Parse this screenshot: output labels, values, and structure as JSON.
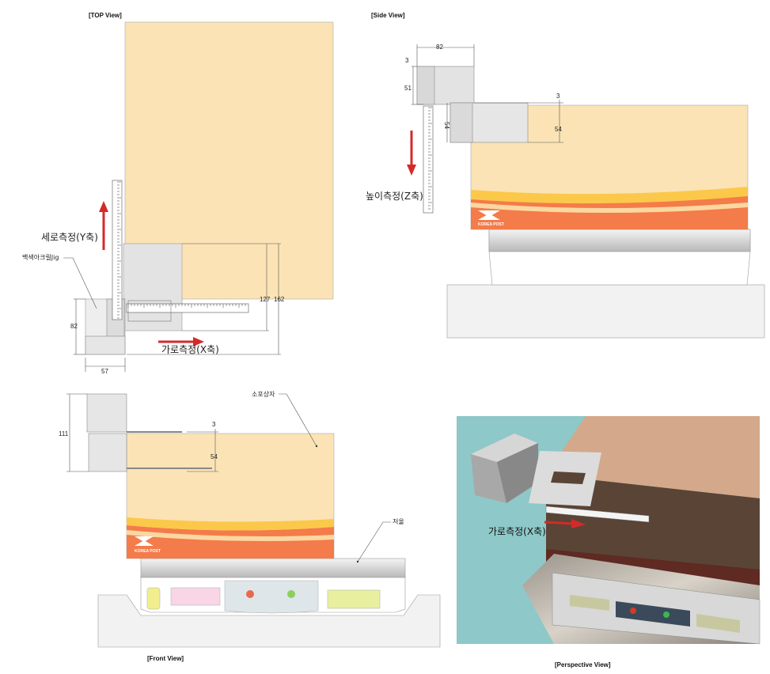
{
  "views": {
    "top": "[TOP View]",
    "side": "[Side View]",
    "front": "[Front View]",
    "perspective": "[Perspective View]"
  },
  "labels": {
    "y_measure": "세로측정(Y축)",
    "x_measure": "가로측정(X축)",
    "z_measure": "높이측정(Z축)",
    "acrylic_jig": "백색아크릴Jig",
    "small_box": "소포상자",
    "scale": "저울",
    "persp_x_measure": "가로측정(X축)",
    "brand": "KOREA POST"
  },
  "dimensions": {
    "top_127": "127",
    "top_162": "162",
    "top_82": "82",
    "top_57": "57",
    "side_82": "82",
    "side_3a": "3",
    "side_51": "51",
    "side_3b": "3",
    "side_54a": "54",
    "side_54b": "54",
    "front_111": "111",
    "front_3": "3",
    "front_54": "54"
  },
  "colors": {
    "box": "#fbe3b5",
    "box_orange": "#f47b4a",
    "stripe_yellow": "#fbc84a",
    "arrow_red": "#d42a2a",
    "jig_gray": "#e3e3e3",
    "teal": "#8ec8c8",
    "brown_top": "#d4a88a",
    "brown_side": "#5a4436"
  }
}
